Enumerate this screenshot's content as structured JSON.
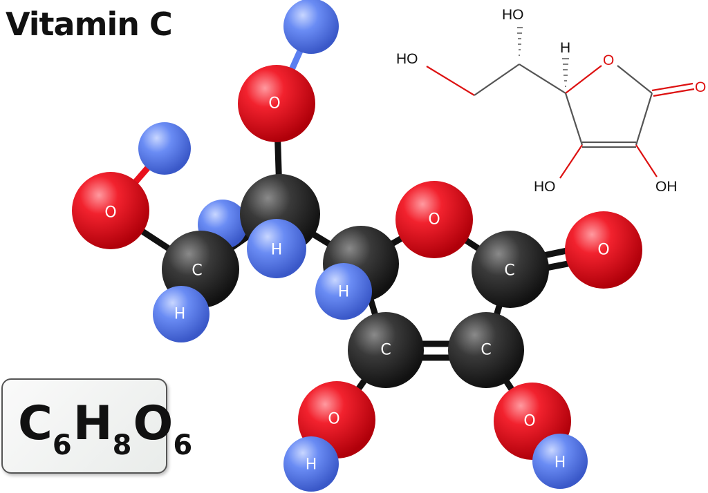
{
  "title": "Vitamin C",
  "formula": {
    "c": "C",
    "c_n": "6",
    "h": "H",
    "h_n": "8",
    "o": "O",
    "o_n": "6"
  },
  "model_atoms": {
    "o_top": "O",
    "o_left": "O",
    "c_left": "C",
    "h_left": "H",
    "h_center": "H",
    "h_ring": "H",
    "o_ring": "O",
    "c_carbonyl": "C",
    "o_carbonyl": "O",
    "c_ring_left": "C",
    "c_ring_right": "C",
    "o_bottom_left": "O",
    "h_bottom_left": "H",
    "o_bottom_right": "O",
    "h_bottom_right": "H"
  },
  "structure_labels": {
    "ho_chain": "HO",
    "ho_top": "HO",
    "h_stereo": "H",
    "o_ring": "O",
    "o_carbonyl": "O",
    "ho_bottom": "HO",
    "oh_bottom": "OH"
  },
  "colors": {
    "oxygen": "#e8101c",
    "hydrogen": "#5a7ef0",
    "carbon": "#2a2a2a"
  }
}
